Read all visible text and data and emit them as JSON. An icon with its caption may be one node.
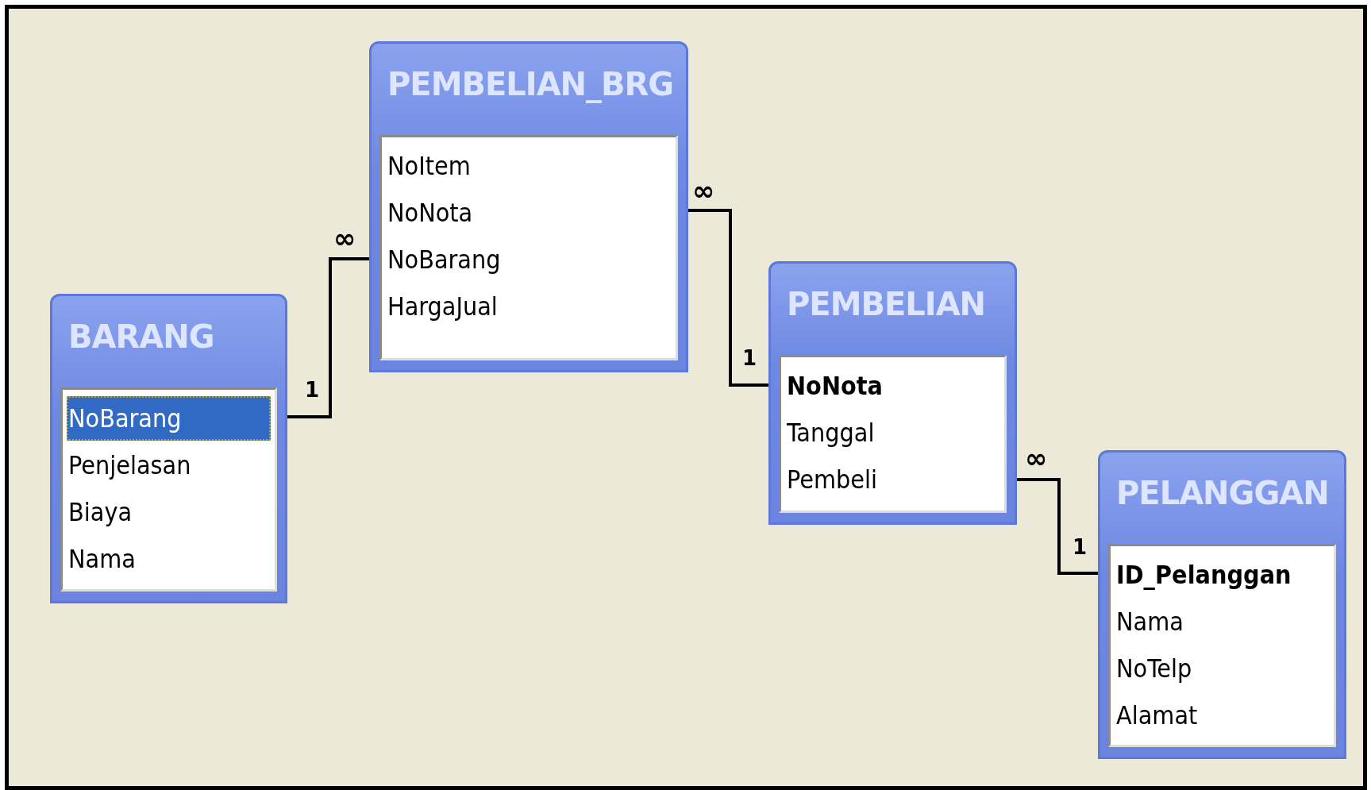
{
  "diagram": {
    "nodes": [
      {
        "text": [
          "BARANG"
        ]
      },
      {
        "text": [
          "NoBarang"
        ],
        "in": 0
      },
      {
        "text": [
          "Penjelasan"
        ],
        "in": 0
      },
      {
        "text": [
          "Biaya"
        ],
        "in": 0
      },
      {
        "text": [
          "Nama"
        ],
        "in": 0
      },
      {
        "text": [
          "PEMBELIAN_BRG"
        ]
      },
      {
        "text": [
          "NoItem"
        ],
        "in": 5
      },
      {
        "text": [
          "NoNota"
        ],
        "in": 5
      },
      {
        "text": [
          "NoBarang"
        ],
        "in": 5
      },
      {
        "text": [
          "HargaJual"
        ],
        "in": 5
      },
      {
        "text": [
          "PEMBELIAN"
        ]
      },
      {
        "text": [
          "NoNota"
        ],
        "in": 10
      },
      {
        "text": [
          "Tanggal"
        ],
        "in": 10
      },
      {
        "text": [
          "Pembeli"
        ],
        "in": 10
      },
      {
        "text": [
          "PELANGGAN"
        ]
      },
      {
        "text": [
          "ID_Pelanggan"
        ],
        "in": 14
      },
      {
        "text": [
          "Nama"
        ],
        "in": 14
      },
      {
        "text": [
          "NoTelp"
        ],
        "in": 14
      },
      {
        "text": [
          "Alamat"
        ],
        "in": 14
      }
    ],
    "edges": [
      {
        "from": 0,
        "to": 5,
        "arrow": "none"
      },
      {
        "from": 5,
        "to": 10,
        "arrow": "none"
      },
      {
        "from": 10,
        "to": 14,
        "arrow": "none"
      }
    ],
    "labels": [
      "∞",
      "1",
      "∞",
      "1",
      "∞",
      "1"
    ]
  }
}
